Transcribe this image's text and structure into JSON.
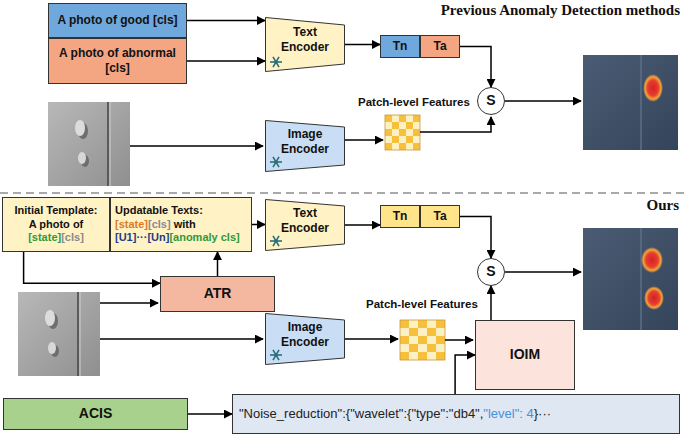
{
  "diagram": {
    "nodes": [
      {
        "text": [
          "A photo of good [cls]"
        ]
      },
      {
        "text": [
          "A photo of abnormal [cls]"
        ]
      },
      {
        "text": [
          "Text Encoder"
        ]
      },
      {
        "text": [
          "Tn"
        ]
      },
      {
        "text": [
          "Ta"
        ]
      },
      {
        "text": [
          "Image Encoder"
        ]
      },
      {
        "text": [
          "S"
        ]
      },
      {
        "text": [
          "Initial Template:",
          "A photo of",
          "[state]",
          "[cls]"
        ]
      },
      {
        "text": [
          "Updatable Texts:",
          "[state]",
          "[cls]",
          "with",
          "[U1]",
          "···",
          "[Un]",
          "[anomaly cls]"
        ]
      },
      {
        "text": [
          "Text Encoder"
        ]
      },
      {
        "text": [
          "Tn"
        ]
      },
      {
        "text": [
          "Ta"
        ]
      },
      {
        "text": [
          "ATR"
        ]
      },
      {
        "text": [
          "Image Encoder"
        ]
      },
      {
        "text": [
          "S"
        ]
      },
      {
        "text": [
          "IOIM"
        ]
      },
      {
        "text": [
          "ACIS"
        ]
      },
      {
        "text": [
          "\"Noise_reduction\":{\"wavelet\":{\"type\":\"db4\",",
          "\"level\": 4",
          "}···"
        ]
      }
    ],
    "edges": [
      {
        "from": 0,
        "to": 2,
        "arrow": "to"
      },
      {
        "from": 1,
        "to": 2,
        "arrow": "to"
      },
      {
        "from": 2,
        "to": 3,
        "arrow": "to"
      },
      {
        "from": 4,
        "to": 6,
        "arrow": "to"
      },
      {
        "from": 7,
        "to": 12,
        "arrow": "to"
      },
      {
        "from": 12,
        "to": 8,
        "arrow": "to"
      },
      {
        "from": 8,
        "to": 9,
        "arrow": "to"
      },
      {
        "from": 9,
        "to": 10,
        "arrow": "to"
      },
      {
        "from": 11,
        "to": 14,
        "arrow": "to"
      },
      {
        "from": 15,
        "to": 14,
        "arrow": "to"
      },
      {
        "from": 16,
        "to": 17,
        "arrow": "to"
      },
      {
        "from": 17,
        "to": 15,
        "arrow": "to"
      }
    ],
    "labels": [
      "Previous Anomaly Detection methods",
      "Patch-level Features",
      "Ours",
      "Patch-level Features"
    ]
  }
}
